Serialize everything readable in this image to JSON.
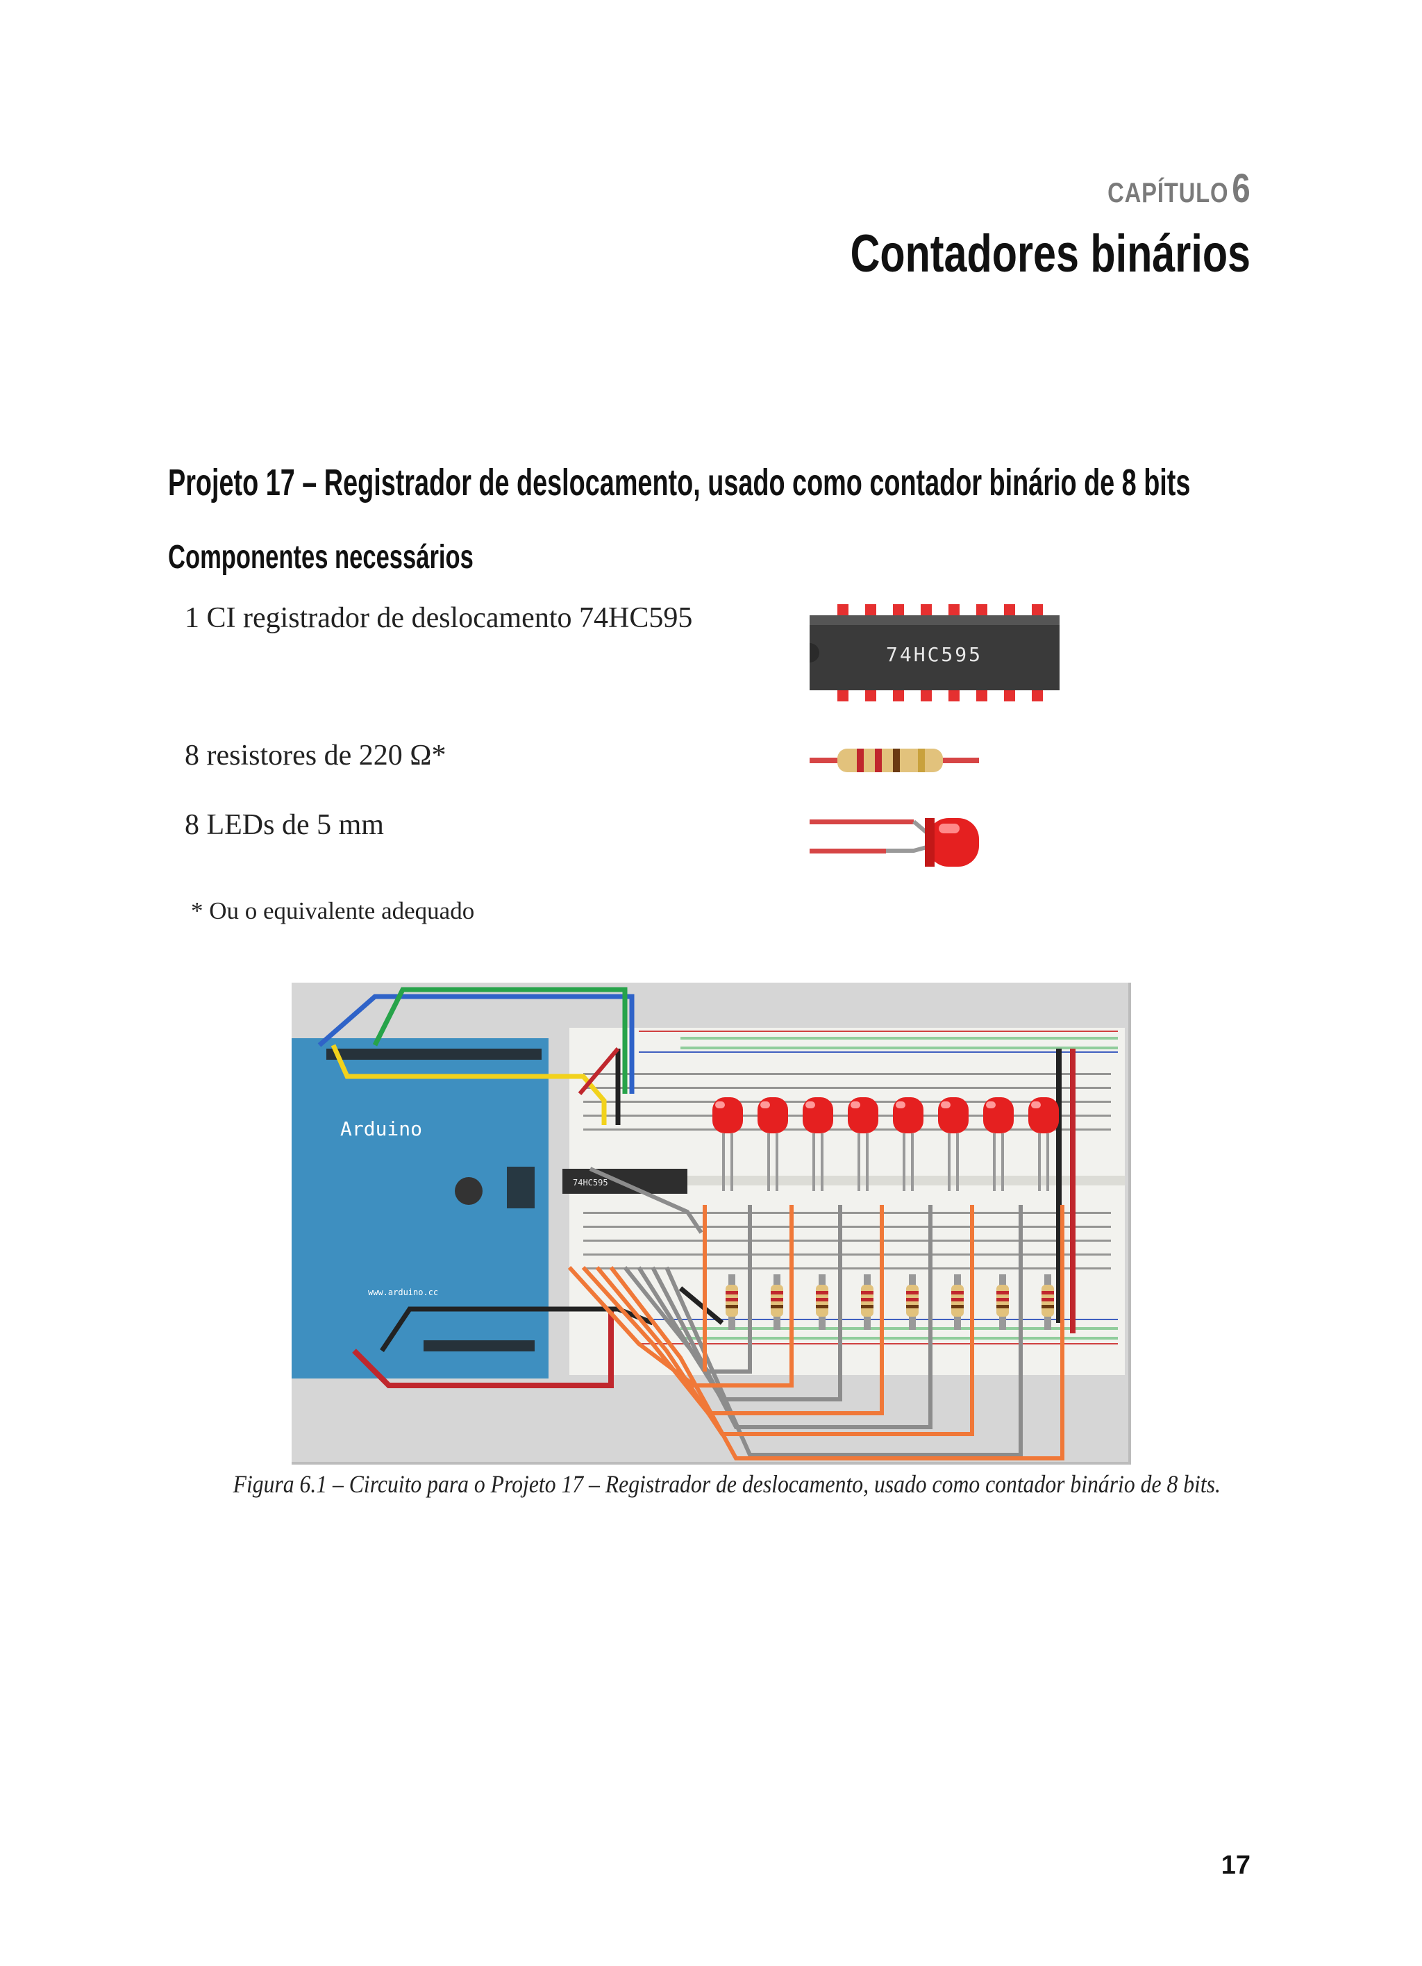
{
  "chapter": {
    "label": "CAPÍTULO",
    "number": "6",
    "title": "Contadores binários"
  },
  "project": {
    "heading": "Projeto 17 – Registrador de deslocamento, usado como contador binário de 8 bits"
  },
  "components": {
    "heading": "Componentes necessários",
    "items": [
      {
        "text": "1 CI registrador de deslocamento 74HC595",
        "icon": "shift-register-chip-icon",
        "chip_label": "74HC595"
      },
      {
        "text": "8 resistores de 220 Ω*",
        "icon": "resistor-icon"
      },
      {
        "text": "8 LEDs de 5 mm",
        "icon": "red-led-icon"
      }
    ],
    "footnote": "* Ou o equivalente adequado"
  },
  "figure": {
    "arduino_label": "Arduino",
    "arduino_url": "www.arduino.cc",
    "chip_label": "74HC595",
    "caption": "Figura 6.1 – Circuito para o Projeto 17 – Registrador de deslocamento, usado como contador binário de 8 bits.",
    "colors": {
      "board": "#3e8fc0",
      "breadboard": "#f2f2ee",
      "wire_orange": "#f07838",
      "wire_gray": "#8c8c8c",
      "wire_red": "#c0272d",
      "wire_black": "#222222",
      "wire_blue": "#2f63c8",
      "wire_green": "#27a34a",
      "wire_yellow": "#f2d21c",
      "led_red": "#e52020"
    }
  },
  "page": {
    "number": "17"
  }
}
